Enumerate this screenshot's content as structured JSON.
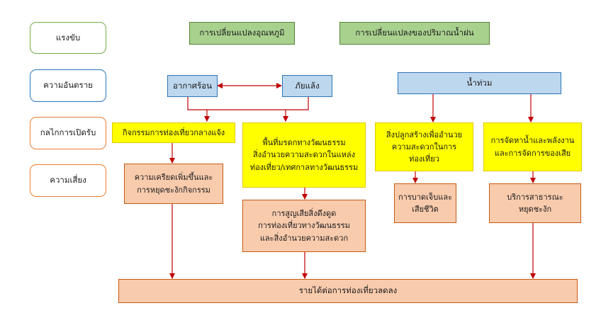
{
  "labels": {
    "driver": "แรงขับ",
    "hazard": "ความอันตราย",
    "mechanism": "กลไกการเปิดรับ",
    "risk": "ความเสี่ยง"
  },
  "drivers": {
    "temperature": "การเปลี่ยนแปลงอุณหภูมิ",
    "rainfall": "การเปลี่ยนแปลงของปริมาณน้ำฝน"
  },
  "hazards": {
    "heat": "อากาศร้อน",
    "drought": "ภัยแล้ง",
    "flood": "น้ำท่วม"
  },
  "mechanisms": {
    "outdoor": "กิจกรรมการท่องเที่ยวกลางแจ้ง",
    "heritage": "พื้นที่มรดกทางวัฒนธรรม\nสิ่งอำนวยความสะดวกในแหล่ง\nท่องเที่ยว/เทศกาลทางวัฒนธรรม",
    "infrastructure": "สิ่งปลูกสร้างเพื่ออำนวย\nความสะดวกในการ\nท่องเที่ยว",
    "utilities": "การจัดหาน้ำและพลังงาน\nและการจัดการของเสีย"
  },
  "risks": {
    "stress": "ความเครียดเพิ่มขึ้นและ\nการหยุดชะงักกิจกรรม",
    "loss": "การสูญเสียสิ่งดึงดูด\nการท่องเที่ยวทางวัฒนธรรม\nและสิ่งอำนวยความสะดวก",
    "injury": "การบาดเจ็บและ\nเสียชีวิต",
    "services": "บริการสาธารณะ\nหยุดชะงัก"
  },
  "outcome": "รายได้ต่อการท่องเที่ยวลดลง",
  "colors": {
    "arrow": "#c00000",
    "label_driver": "#70ad47",
    "label_hazard": "#2e75b6",
    "label_mechanism": "#ed7d31",
    "label_risk": "#ed7d31"
  }
}
